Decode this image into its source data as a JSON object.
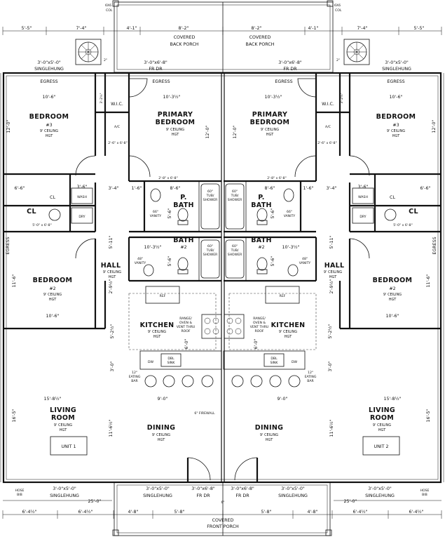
{
  "top": {
    "porch": [
      "COVERED",
      "BACK PORCH"
    ],
    "col_note": [
      "6X6",
      "COL"
    ],
    "dims_left": [
      "5'-5\"",
      "7'-4\"",
      "4'-1\"",
      "8'-2\""
    ],
    "dims_right": [
      "8'-2\"",
      "4'-1\"",
      "7'-4\"",
      "5'-5\""
    ],
    "dim_2in": "2\"",
    "fr_dr": [
      "3'-0\"x6'-8\"",
      "FR DR"
    ],
    "singlehung": [
      "3'-0\"x5'-0\"",
      "SINGLEHUNG"
    ]
  },
  "bottom": {
    "porch": [
      "COVERED",
      "FRONT PORCH"
    ],
    "hose_bib": [
      "HOSE",
      "BIB"
    ],
    "overall": "25'-0\"",
    "firewall_gap": "6\"",
    "dims_left": [
      "6'-4½\"",
      "6'-4½\"",
      "4'-8\"",
      "5'-8\""
    ],
    "dims_right": [
      "5'-8\"",
      "4'-8\"",
      "6'-4½\"",
      "6'-4½\""
    ],
    "singlehung": [
      "3'-0\"x5'-0\"",
      "SINGLEHUNG"
    ],
    "fr_dr": [
      "3'-0\"x6'-8\"",
      "FR DR"
    ]
  },
  "common": {
    "ceiling": [
      "9' CEILING",
      "HGT"
    ],
    "egress": "EGRESS",
    "firewall": "6\" FIREWALL",
    "wic": "W.I.C.",
    "ac": "A/C",
    "cl": "CL",
    "wash": "WASH",
    "dry": "DRY",
    "ref": "REF",
    "dw": "DW",
    "dbl_sink": [
      "DBL",
      "SINK"
    ],
    "eating_bar": [
      "12\"",
      "EATING",
      "BAR"
    ],
    "range": [
      "RANGE/",
      "OVEN &",
      "VENT THRU",
      "ROOF"
    ],
    "tub": [
      "60\"",
      "TUB/",
      "SHOWER"
    ],
    "vanity_66": [
      "66\"",
      "VANITY"
    ],
    "vanity_48": [
      "48\"",
      "VANITY"
    ],
    "door_28": "2'-8\" x 6'-8\"",
    "door_26": "2'-6\" x 6'-8\"",
    "door_30": "3'-0\" x 6'-8\"",
    "door_50": "5'-0\" x 6'-8\""
  },
  "rooms": {
    "bedroom3": [
      "BEDROOM",
      "#3"
    ],
    "bedroom2": [
      "BEDROOM",
      "#2"
    ],
    "primary": [
      "PRIMARY",
      "BEDROOM"
    ],
    "pbath": [
      "P.",
      "BATH"
    ],
    "bath": "BATH",
    "bath_no": "#2",
    "hall": "HALL",
    "kitchen": "KITCHEN",
    "living": [
      "LIVING",
      "ROOM"
    ],
    "dining": "DINING"
  },
  "units": {
    "left": "UNIT 1",
    "right": "UNIT 2"
  },
  "room_dims": {
    "bed_w": "10'-6\"",
    "bed3_h": "12'-0\"",
    "primary_w": "10'-3½\"",
    "primary_h": "12'-0\"",
    "bed2_h": "11'-6\"",
    "bath2_w": "10'-3½\"",
    "cl_w": "6'-6\"",
    "cl_d": "3'-6\"",
    "hall_w": "3'-4\"",
    "dim_16": "1'-6\"",
    "pbath_w": "8'-6\"",
    "pbath_h": "5'-6\"",
    "bath2_h": "5'-6\"",
    "wic_h": "3'-2½\"",
    "d_2_9": "2'-9½\"",
    "kitchen_h": "5'-2½\"",
    "counter": "6'-0\"",
    "k2": "3'-0\"",
    "k_9": "9'-0\"",
    "living_w": "15'-8½\"",
    "living_h": "16'-5\"",
    "dining_h": "11'-6½\"",
    "hall_h": "5'-11\""
  }
}
